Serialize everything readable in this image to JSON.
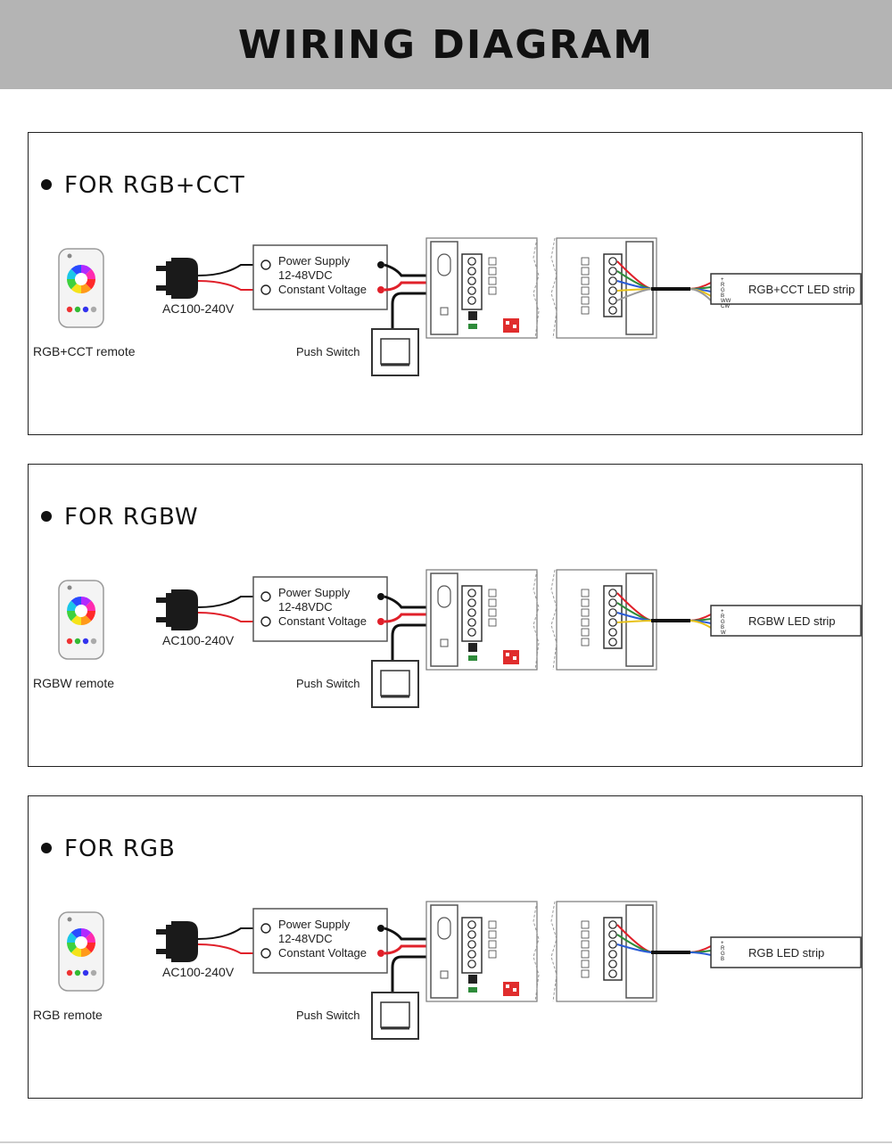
{
  "header": {
    "title": "WIRING DIAGRAM"
  },
  "colors": {
    "header_bg": "#b4b4b4",
    "wire_red": "#e0202a",
    "wire_black": "#111111",
    "dip_switch": "#e02d2d",
    "strip_green": "#2e8b3a",
    "strip_blue": "#2a5bd7",
    "strip_yellow": "#e8c21a",
    "strip_gray": "#9a9a9a"
  },
  "common": {
    "plug_label": "AC100-240V",
    "psu_line1": "Power Supply",
    "psu_line2": "12-48VDC",
    "psu_line3": "Constant Voltage",
    "switch_label": "Push Switch"
  },
  "panels": [
    {
      "heading": "FOR RGB+CCT",
      "remote_label": "RGB+CCT remote",
      "strip_label": "RGB+CCT LED strip",
      "strip_wires": [
        "red",
        "green",
        "blue",
        "yellow",
        "gray"
      ],
      "strip_pins": [
        "+",
        "R",
        "G",
        "B",
        "WW",
        "CW"
      ]
    },
    {
      "heading": "FOR RGBW",
      "remote_label": "RGBW remote",
      "strip_label": "RGBW LED strip",
      "strip_wires": [
        "red",
        "green",
        "blue",
        "yellow"
      ],
      "strip_pins": [
        "+",
        "R",
        "G",
        "B",
        "W"
      ]
    },
    {
      "heading": "FOR RGB",
      "remote_label": "RGB remote",
      "strip_label": "RGB LED strip",
      "strip_wires": [
        "red",
        "green",
        "blue"
      ],
      "strip_pins": [
        "+",
        "R",
        "G",
        "B"
      ]
    }
  ]
}
